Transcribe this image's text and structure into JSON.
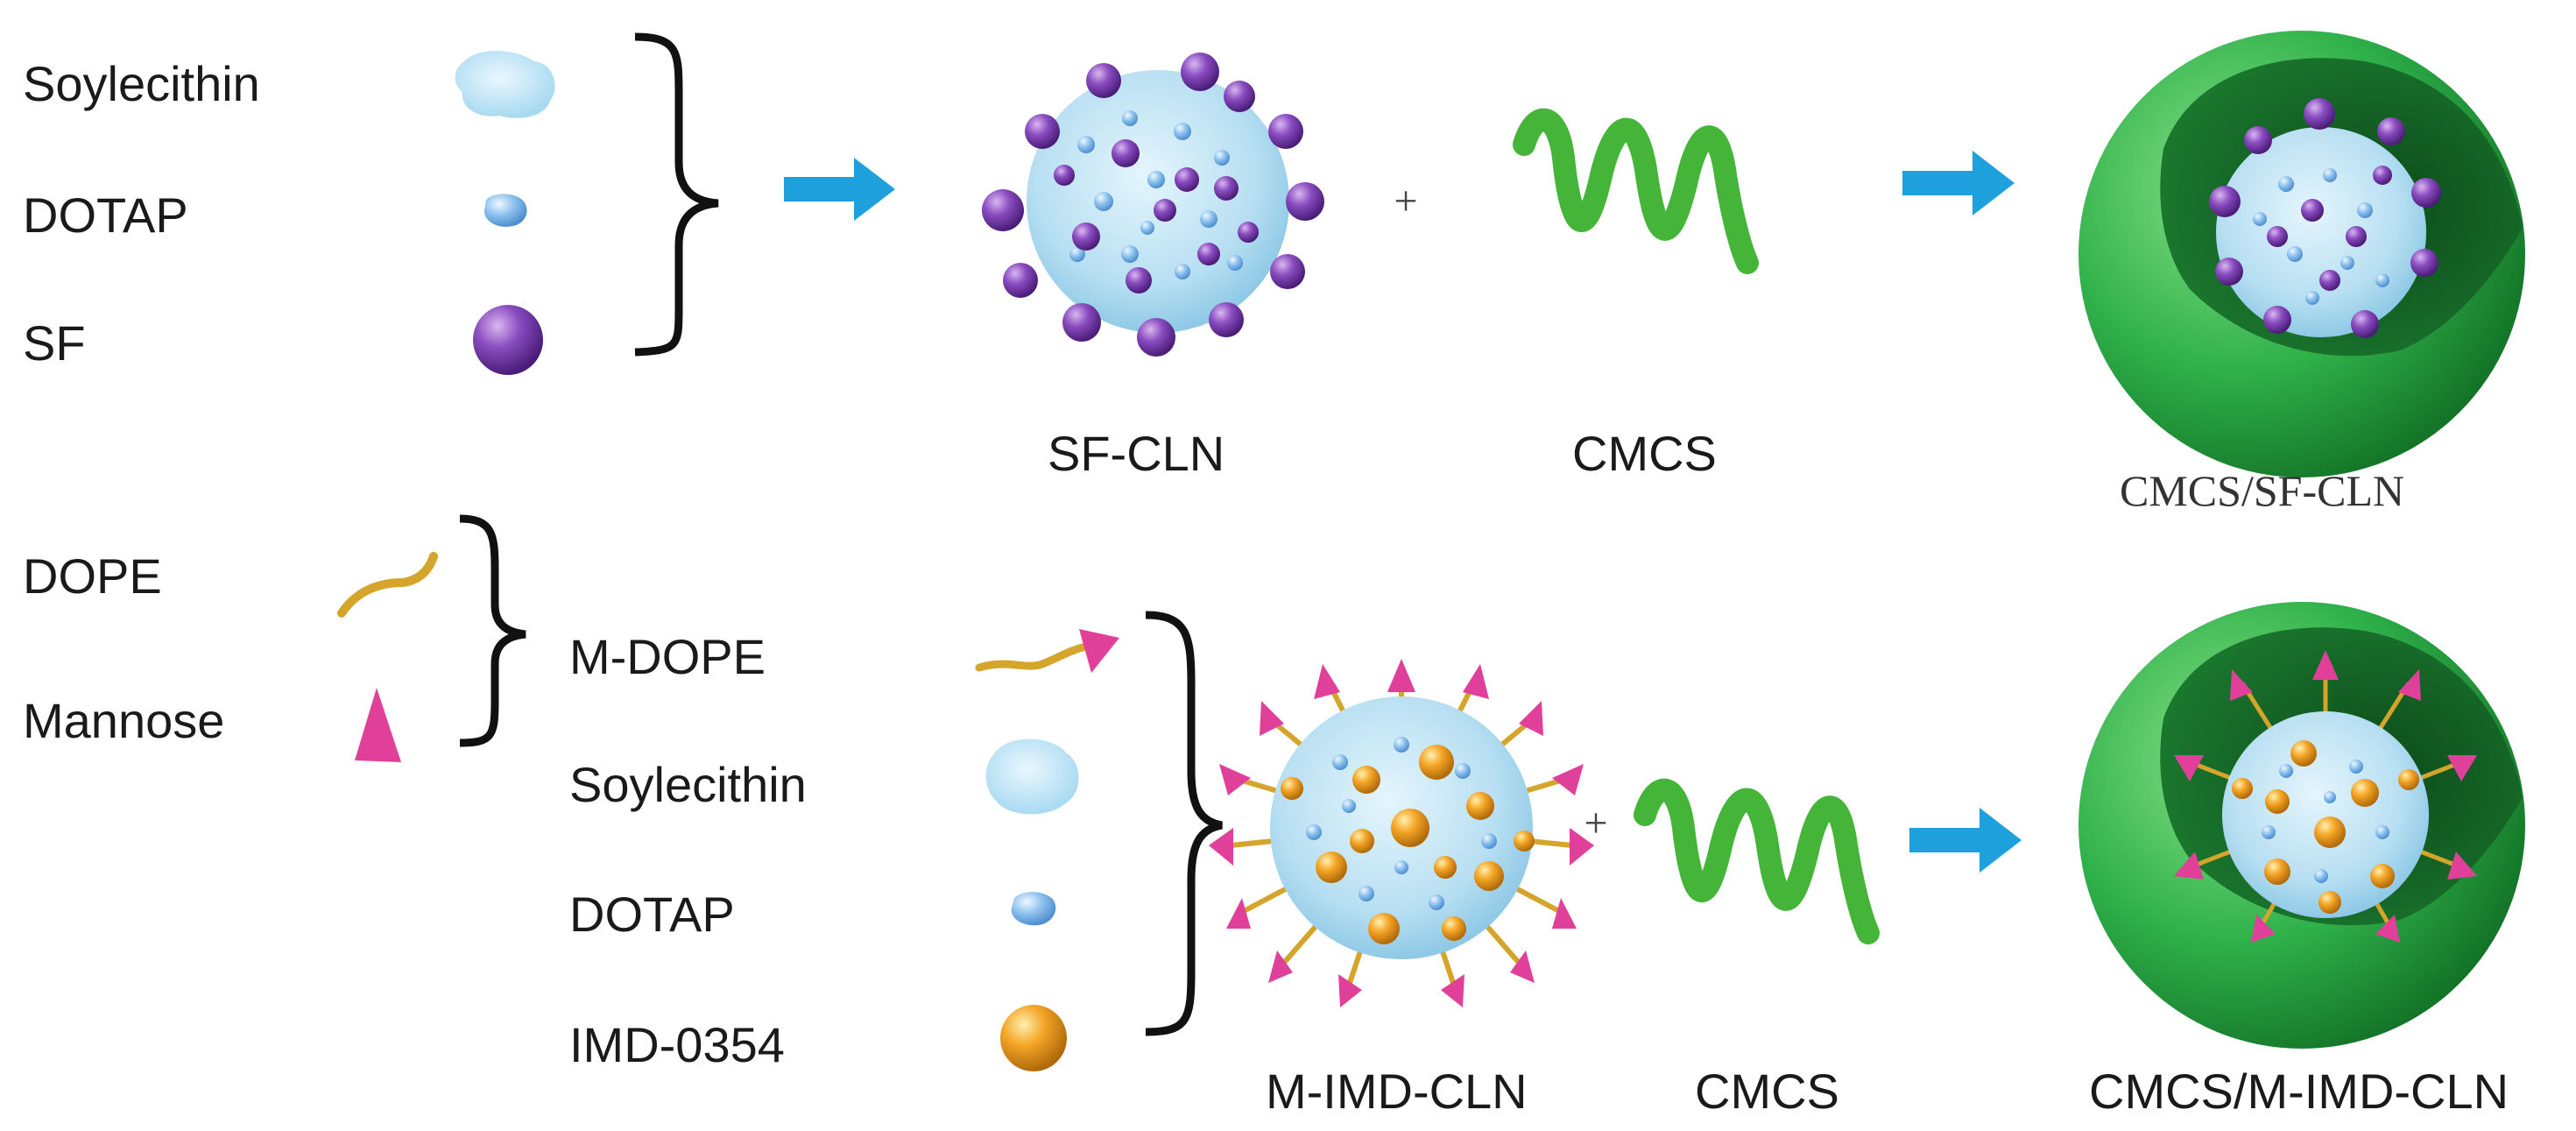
{
  "top": {
    "ingredients": [
      {
        "label": "Soylecithin",
        "icon": "soylecithin-blob-icon"
      },
      {
        "label": "DOTAP",
        "icon": "dotap-blob-icon"
      },
      {
        "label": "SF",
        "icon": "sf-sphere-icon"
      }
    ],
    "product_label": "SF-CLN",
    "plus": "+",
    "coating_label": "CMCS",
    "final_label": "CMCS/SF-CLN"
  },
  "bottom": {
    "precursors": [
      {
        "label": "DOPE",
        "icon": "dope-chain-icon"
      },
      {
        "label": "Mannose",
        "icon": "mannose-triangle-icon"
      }
    ],
    "ingredients": [
      {
        "label": "M-DOPE",
        "icon": "m-dope-icon"
      },
      {
        "label": "Soylecithin",
        "icon": "soylecithin-blob-icon"
      },
      {
        "label": "DOTAP",
        "icon": "dotap-blob-icon"
      },
      {
        "label": "IMD-0354",
        "icon": "imd-sphere-icon"
      }
    ],
    "product_label": "M-IMD-CLN",
    "plus": "+",
    "coating_label": "CMCS",
    "final_label": "CMCS/M-IMD-CLN"
  },
  "colors": {
    "arrow": "#1da0dc",
    "shell": "#2fb14a",
    "sf": "#7b3fa8",
    "imd": "#f0a020",
    "mannose": "#e0409a",
    "core": "#bfe4f5"
  }
}
